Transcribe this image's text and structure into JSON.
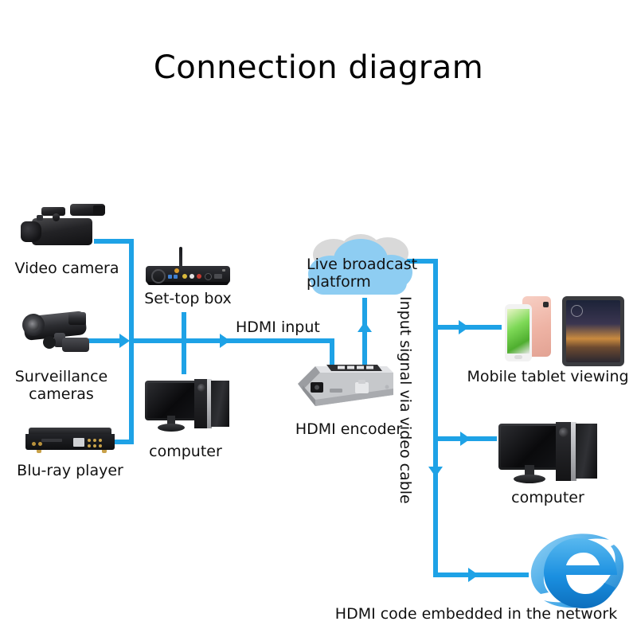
{
  "title": "Connection diagram",
  "sources": {
    "video_camera": {
      "label": "Video camera",
      "icon": "camcorder-icon"
    },
    "set_top_box": {
      "label": "Set-top box",
      "icon": "set-top-box-icon"
    },
    "surveillance": {
      "label": "Surveillance\ncameras",
      "icon": "bullet-camera-icon"
    },
    "computer_left": {
      "label": "computer",
      "icon": "desktop-computer-icon"
    },
    "bluray": {
      "label": "Blu-ray player",
      "icon": "bluray-player-icon"
    }
  },
  "wires": {
    "hdmi_input_label": "HDMI input",
    "input_signal_label": "Input signal via video cable",
    "color": "#1ea2e6"
  },
  "center": {
    "encoder_label": "HDMI encoder",
    "cloud_label": "Live broadcast\nplatform",
    "cloud_color": "#8ecdf2"
  },
  "outputs": {
    "mobile": {
      "label": "Mobile tablet viewing",
      "icon": "phone-tablet-icon"
    },
    "computer_right": {
      "label": "computer",
      "icon": "desktop-computer-icon"
    },
    "network": {
      "label": "HDMI code embedded in the network",
      "icon": "internet-explorer-icon"
    }
  }
}
